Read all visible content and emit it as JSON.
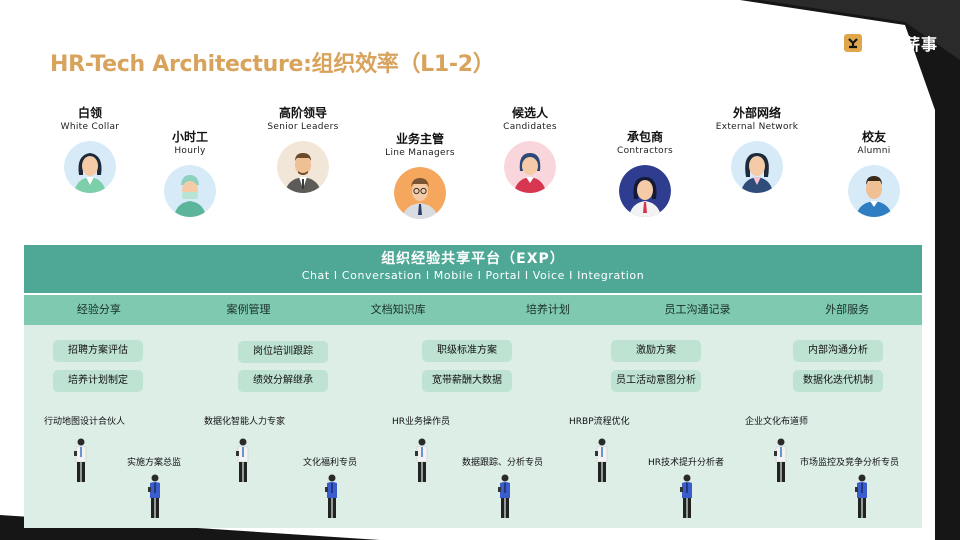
{
  "title": "HR-Tech Architecture:组织效率（L1-2）",
  "brand": {
    "name": "薪人薪事",
    "logo_icon": "brand-logo-icon"
  },
  "colors": {
    "title": "#d8a35c",
    "platform": "#4fa896",
    "category_bar": "#7ec9b0",
    "content_bg": "#ddeee7",
    "pill": "#bfe3d3",
    "corner_dark": "#161616"
  },
  "personas": [
    {
      "zh": "白领",
      "en": "White Collar"
    },
    {
      "zh": "小时工",
      "en": "Hourly"
    },
    {
      "zh": "高阶领导",
      "en": "Senior Leaders"
    },
    {
      "zh": "业务主管",
      "en": "Line Managers"
    },
    {
      "zh": "候选人",
      "en": "Candidates"
    },
    {
      "zh": "承包商",
      "en": "Contractors"
    },
    {
      "zh": "外部网络",
      "en": "External Network"
    },
    {
      "zh": "校友",
      "en": "Alumni"
    }
  ],
  "platform": {
    "title": "组织经验共享平台（EXP）",
    "subtitle": "Chat I Conversation I Mobile I Portal I Voice I Integration"
  },
  "categories": [
    "经验分享",
    "案例管理",
    "文档知识库",
    "培养计划",
    "员工沟通记录",
    "外部服务"
  ],
  "pills": [
    "招聘方案评估",
    "培养计划制定",
    "岗位培训跟踪",
    "绩效分解继承",
    "职级标准方案",
    "宽带薪酬大数据",
    "激励方案",
    "员工活动意图分析",
    "内部沟通分析",
    "数据化迭代机制"
  ],
  "roles": [
    "行动地图设计合伙人",
    "实施方案总监",
    "数据化智能人力专家",
    "文化福利专员",
    "HR业务操作员",
    "数据跟踪、分析专员",
    "HRBP流程优化",
    "HR技术提升分析者",
    "企业文化布道师",
    "市场监控及竞争分析专员"
  ]
}
